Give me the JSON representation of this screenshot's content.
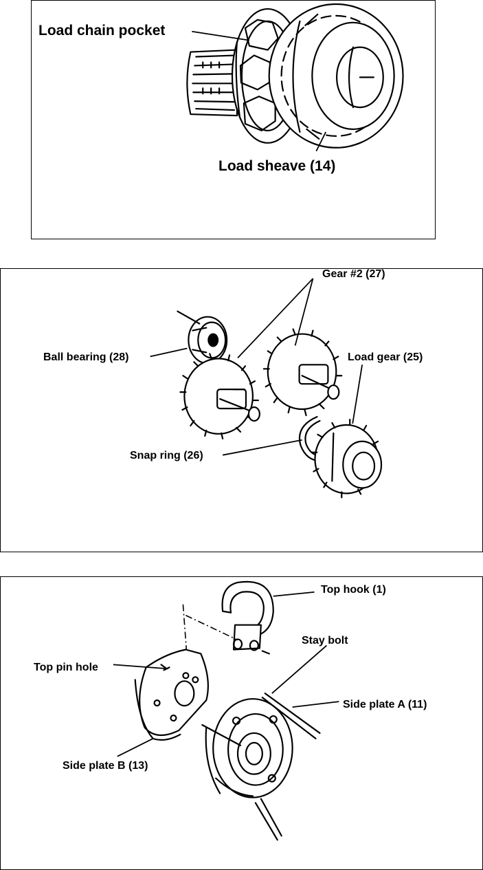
{
  "panels": [
    {
      "labels": {
        "load_chain_pocket": "Load chain pocket",
        "load_sheave": "Load sheave (14)"
      }
    },
    {
      "labels": {
        "gear_2": "Gear #2 (27)",
        "ball_bearing": "Ball bearing (28)",
        "load_gear": "Load gear (25)",
        "snap_ring": "Snap ring (26)"
      }
    },
    {
      "labels": {
        "top_hook": "Top hook (1)",
        "stay_bolt": "Stay bolt",
        "top_pin_hole": "Top pin hole",
        "side_plate_a": "Side plate A (11)",
        "side_plate_b": "Side plate B (13)"
      }
    }
  ]
}
